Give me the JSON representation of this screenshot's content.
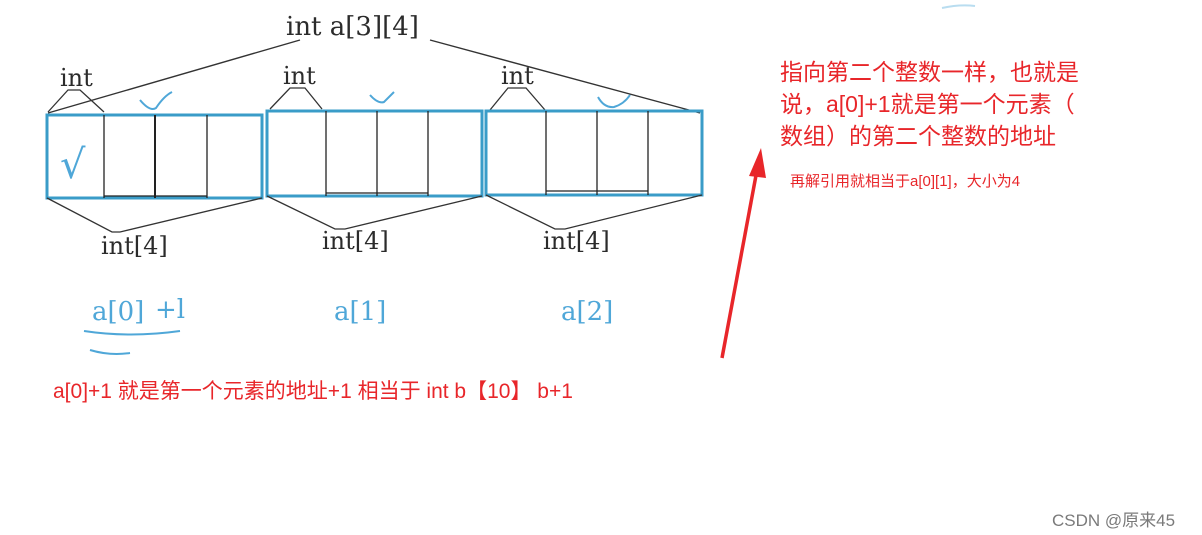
{
  "diagram": {
    "title": "int a[3][4]",
    "element_type_label": "int",
    "row_type_label": "int[4]",
    "row_labels": [
      "a[0]",
      "a[1]",
      "a[2]"
    ],
    "row0_suffix": "+l",
    "check_mark": "√",
    "tick_mark": "√",
    "colors": {
      "cell_border": "#3a9cc8",
      "annotation": "#e8262a",
      "handwriting": "#4fa7d8"
    }
  },
  "annotations": {
    "top_note_lines": [
      "指向第二个整数一样，也就是",
      "说，a[0]+1就是第一个元素（",
      "数组）的第二个整数的地址"
    ],
    "sub_note": "再解引用就相当于a[0][1]，大小为4",
    "bottom_note": "a[0]+1  就是第一个元素的地址+1 相当于 int b【10】  b+1"
  },
  "watermark": "CSDN @原来45"
}
